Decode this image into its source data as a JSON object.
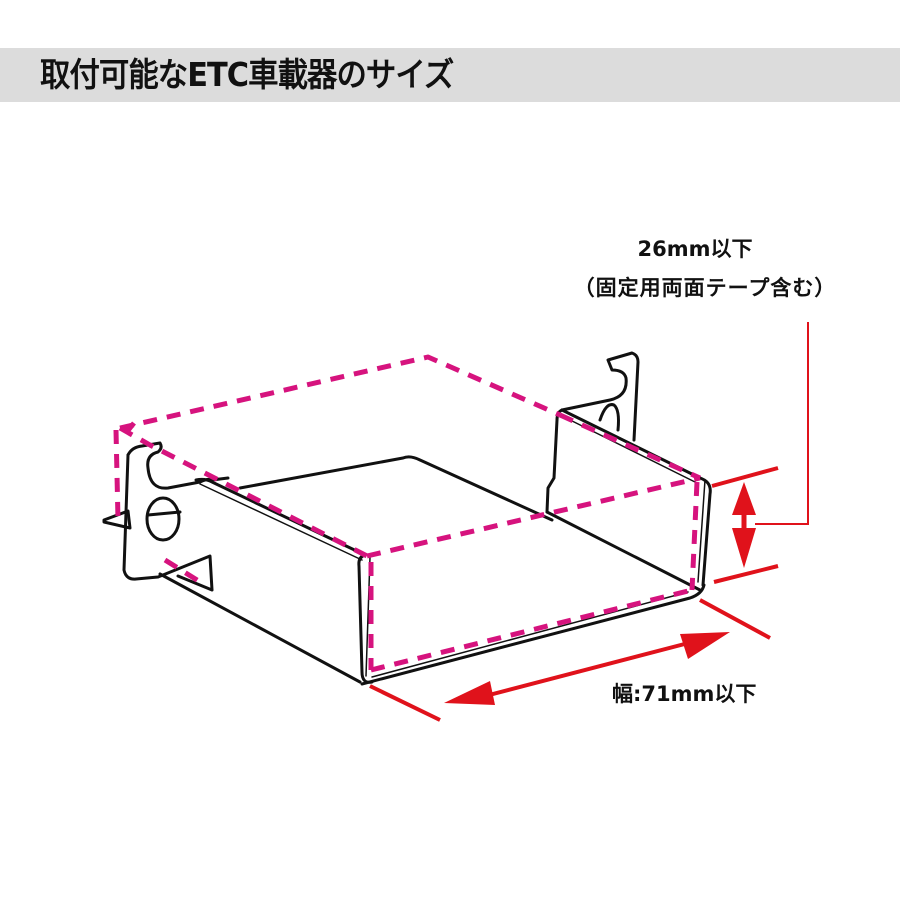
{
  "header": {
    "title": "取付可能なETC車載器のサイズ"
  },
  "dimensions": {
    "height": {
      "label": "26mm以下",
      "note": "（固定用両面テープ含む）"
    },
    "width": {
      "label": "幅:71mm以下"
    }
  },
  "colors": {
    "header_bg": "#dcdcdc",
    "dashed_outline": "#d6137e",
    "dimension_arrow": "#e0121b",
    "bracket_line": "#111111"
  },
  "icons": {
    "bracket": "etc-mounting-bracket-illustration",
    "device_outline": "dashed-device-outline",
    "height_arrow": "double-headed-vertical-arrow",
    "width_arrow": "double-headed-diagonal-arrow"
  }
}
